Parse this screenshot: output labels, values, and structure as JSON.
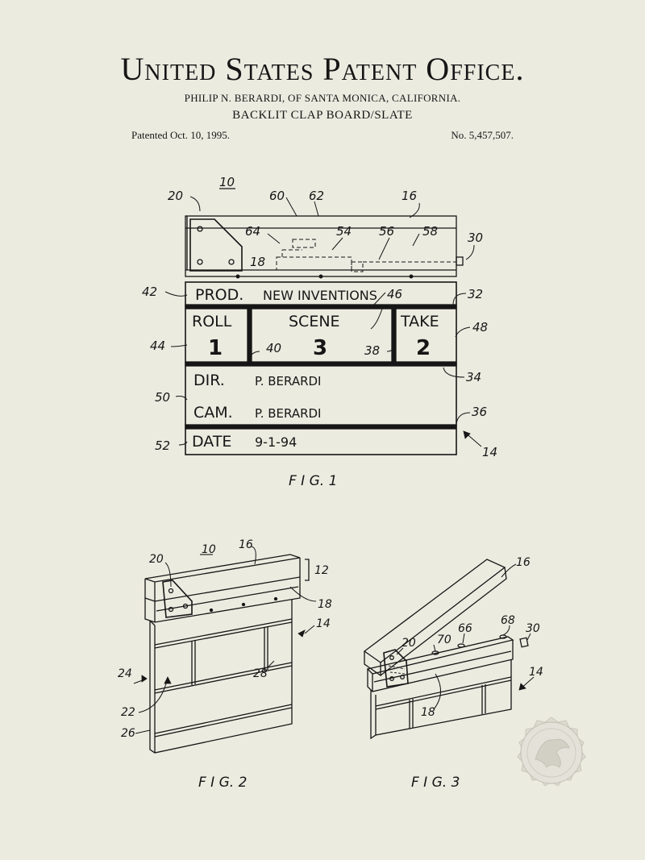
{
  "header": {
    "office": "United States Patent Office.",
    "inventor": "PHILIP N. BERARDI, OF SANTA MONICA, CALIFORNIA.",
    "invention_title": "BACKLIT CLAP BOARD/SLATE",
    "patent_date": "Patented Oct. 10, 1995.",
    "patent_number": "No. 5,457,507."
  },
  "fig1": {
    "caption": "F I G. 1",
    "board": {
      "prod_label": "PROD.",
      "prod_value": "NEW INVENTIONS",
      "roll_label": "ROLL",
      "roll_value": "1",
      "scene_label": "SCENE",
      "scene_value": "3",
      "take_label": "TAKE",
      "take_value": "2",
      "dir_label": "DIR.",
      "dir_value": "P. BERARDI",
      "cam_label": "CAM.",
      "cam_value": "P. BERARDI",
      "date_label": "DATE",
      "date_value": "9-1-94"
    },
    "refs": {
      "r10": "10",
      "r20": "20",
      "r60": "60",
      "r62": "62",
      "r16": "16",
      "r64": "64",
      "r54": "54",
      "r56": "56",
      "r58": "58",
      "r30": "30",
      "r18": "18",
      "r42": "42",
      "r46": "46",
      "r32": "32",
      "r48": "48",
      "r44": "44",
      "r40": "40",
      "r38": "38",
      "r34": "34",
      "r50": "50",
      "r36": "36",
      "r52": "52",
      "r14": "14"
    }
  },
  "fig2": {
    "caption": "F I G. 2",
    "refs": {
      "r10": "10",
      "r16": "16",
      "r20": "20",
      "r12": "12",
      "r18": "18",
      "r14": "14",
      "r24": "24",
      "r28": "28",
      "r22": "22",
      "r26": "26"
    }
  },
  "fig3": {
    "caption": "F I G. 3",
    "refs": {
      "r16": "16",
      "r68": "68",
      "r30": "30",
      "r66": "66",
      "r70": "70",
      "r20": "20",
      "r14": "14",
      "r18": "18"
    }
  },
  "colors": {
    "paper": "#ecebe0",
    "ink": "#161616",
    "seal": "#dcdbd0"
  },
  "seal": {
    "icon": "eagle-seal-icon"
  }
}
